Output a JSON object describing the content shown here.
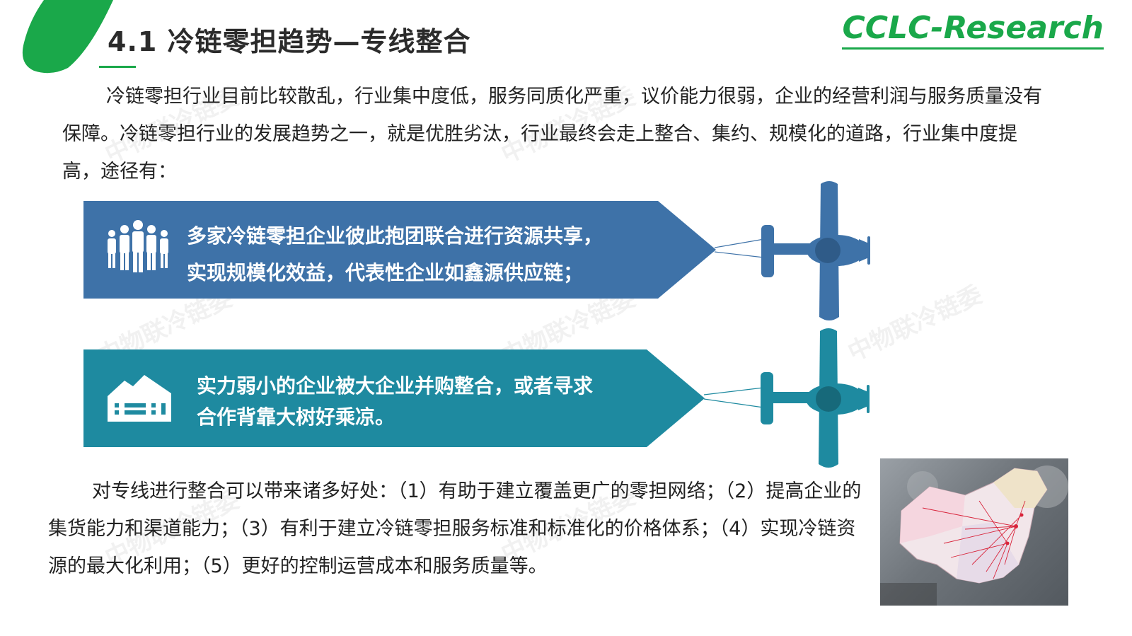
{
  "header": {
    "title": "4.1 冷链零担趋势—专线整合",
    "brand": "CCLC-Research"
  },
  "intro": {
    "text": "冷链零担行业目前比较散乱，行业集中度低，服务同质化严重，议价能力很弱，企业的经营利润与服务质量没有保障。冷链零担行业的发展趋势之一，就是优胜劣汰，行业最终会走上整合、集约、规模化的道路，行业集中度提高，途径有："
  },
  "paths": [
    {
      "line1": "多家冷链零担企业彼此抱团联合进行资源共享，",
      "line2": "实现规模化效益，代表性企业如鑫源供应链；",
      "icon": "people-group-icon",
      "color": "#3e72a8"
    },
    {
      "line1": "实力弱小的企业被大企业并购整合，或者寻求",
      "line2": "合作背靠大树好乘凉。",
      "icon": "warehouse-icon",
      "color": "#1e8aa0"
    }
  ],
  "benefits": {
    "text": "对专线进行整合可以带来诸多好处：（1）有助于建立覆盖更广的零担网络；（2）提高企业的集货能力和渠道能力；（3）有利于建立冷链零担服务标准和标准化的价格体系；（4）实现冷链资源的最大化利用；（5）更好的控制运营成本和服务质量等。"
  },
  "watermark": "中物联冷链委",
  "colors": {
    "accent": "#1aa84a",
    "banner_blue": "#3e72a8",
    "banner_teal": "#1e8aa0"
  }
}
